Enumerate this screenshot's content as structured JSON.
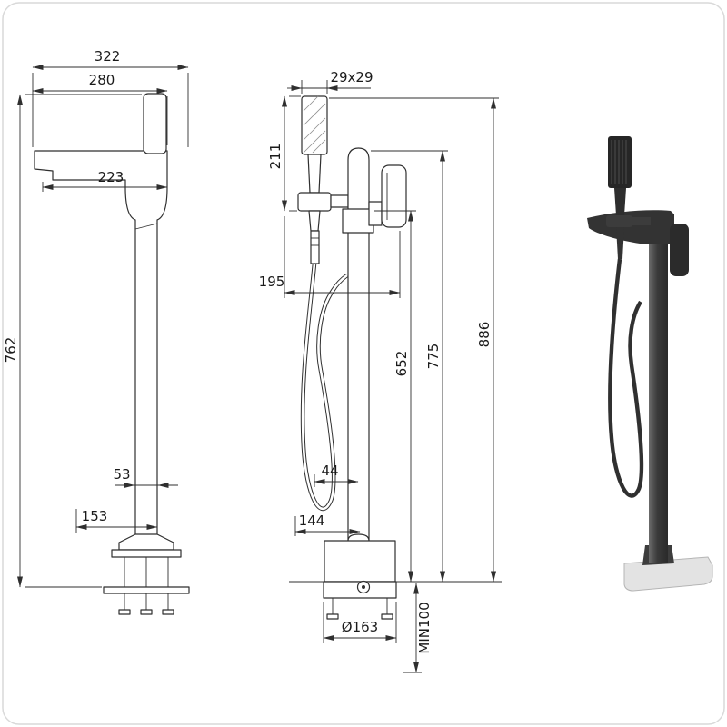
{
  "colors": {
    "line": "#2f2f2f",
    "frame": "#d9d9d9",
    "render_dark": "#2e2e2e"
  },
  "dims": {
    "side": {
      "total_width": "322",
      "spout_width": "280",
      "spout_reach": "223",
      "height_to_top": "762",
      "column_width": "53",
      "base_offset": "153"
    },
    "front": {
      "handshower_section": "29x29",
      "handshower_length": "211",
      "handshower_offset": "195",
      "hose_offset": "44",
      "base_offset": "144",
      "spout_height": "652",
      "column_height": "775",
      "total_height": "886",
      "base_diameter": "Ø163",
      "min_recess": "MIN100"
    }
  }
}
